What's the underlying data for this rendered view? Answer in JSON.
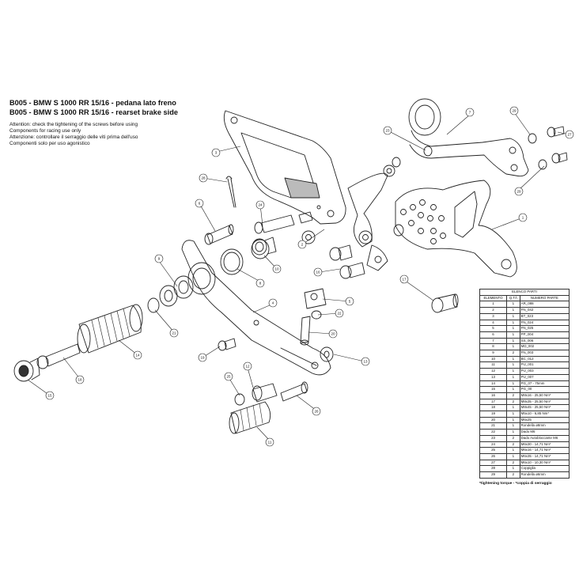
{
  "header": {
    "title_it": "B005 - BMW S 1000 RR 15/16 - pedana lato freno",
    "title_en": "B005 - BMW S 1000 RR 15/16 - rearset brake side",
    "notes": [
      "Attention: check the tightening of the screws before using",
      "Components for racing use only",
      "Attenzione: controllare il serraggio delle viti prima dell'uso",
      "Componenti solo per uso agonistico"
    ]
  },
  "parts_table": {
    "title": "ELENCO PARTI",
    "columns": [
      "ELEMENTO",
      "Q.TÀ",
      "NUMERO PARTE"
    ],
    "rows": [
      [
        "1",
        "1",
        "AR_088"
      ],
      [
        "2",
        "1",
        "FN_042"
      ],
      [
        "3",
        "1",
        "BT_023"
      ],
      [
        "4",
        "1",
        "FN_024"
      ],
      [
        "5",
        "1",
        "FN_025"
      ],
      [
        "6",
        "1",
        "PP_004"
      ],
      [
        "7",
        "1",
        "SS_006"
      ],
      [
        "8",
        "1",
        "MD_002"
      ],
      [
        "9",
        "2",
        "FN_003"
      ],
      [
        "10",
        "1",
        "BC_012"
      ],
      [
        "11",
        "1",
        "PU_001"
      ],
      [
        "12",
        "1",
        "PU_003"
      ],
      [
        "13",
        "1",
        "PU_007"
      ],
      [
        "14",
        "1",
        "PG_07 - 75mm"
      ],
      [
        "15",
        "1",
        "PG_00"
      ],
      [
        "16",
        "2",
        "M8x16 - 25,50 Nm*"
      ],
      [
        "17",
        "2",
        "M8x35 - 25,50 Nm*"
      ],
      [
        "18",
        "1",
        "M8x45 - 25,50 Nm*"
      ],
      [
        "19",
        "1",
        "M5x10 - 6,85 Nm*"
      ],
      [
        "20",
        "1",
        "M6x25"
      ],
      [
        "21",
        "1",
        "Rondella ø8mm"
      ],
      [
        "22",
        "1",
        "Dado M6"
      ],
      [
        "23",
        "2",
        "Dado Autobloccante M6"
      ],
      [
        "24",
        "2",
        "M6x30 - 14,71 Nm*"
      ],
      [
        "25",
        "1",
        "M6x16 - 14,71 Nm*"
      ],
      [
        "26",
        "1",
        "M6x35 - 14,71 Nm*"
      ],
      [
        "27",
        "2",
        "M6x10 - 10,30 Nm*"
      ],
      [
        "28",
        "1",
        "Coppiglia"
      ],
      [
        "29",
        "2",
        "Rondella ø6mm"
      ]
    ],
    "footnote": "*tightening torque - *coppia di serraggio"
  },
  "callouts": [
    "1",
    "2",
    "3",
    "4",
    "5",
    "6",
    "7",
    "8",
    "9",
    "10",
    "11",
    "12",
    "13",
    "14",
    "15",
    "16",
    "17",
    "18",
    "19",
    "20",
    "21",
    "22",
    "23",
    "24",
    "25",
    "26",
    "27",
    "28",
    "29"
  ],
  "colors": {
    "line": "#222222",
    "text": "#111111",
    "background": "#ffffff"
  }
}
